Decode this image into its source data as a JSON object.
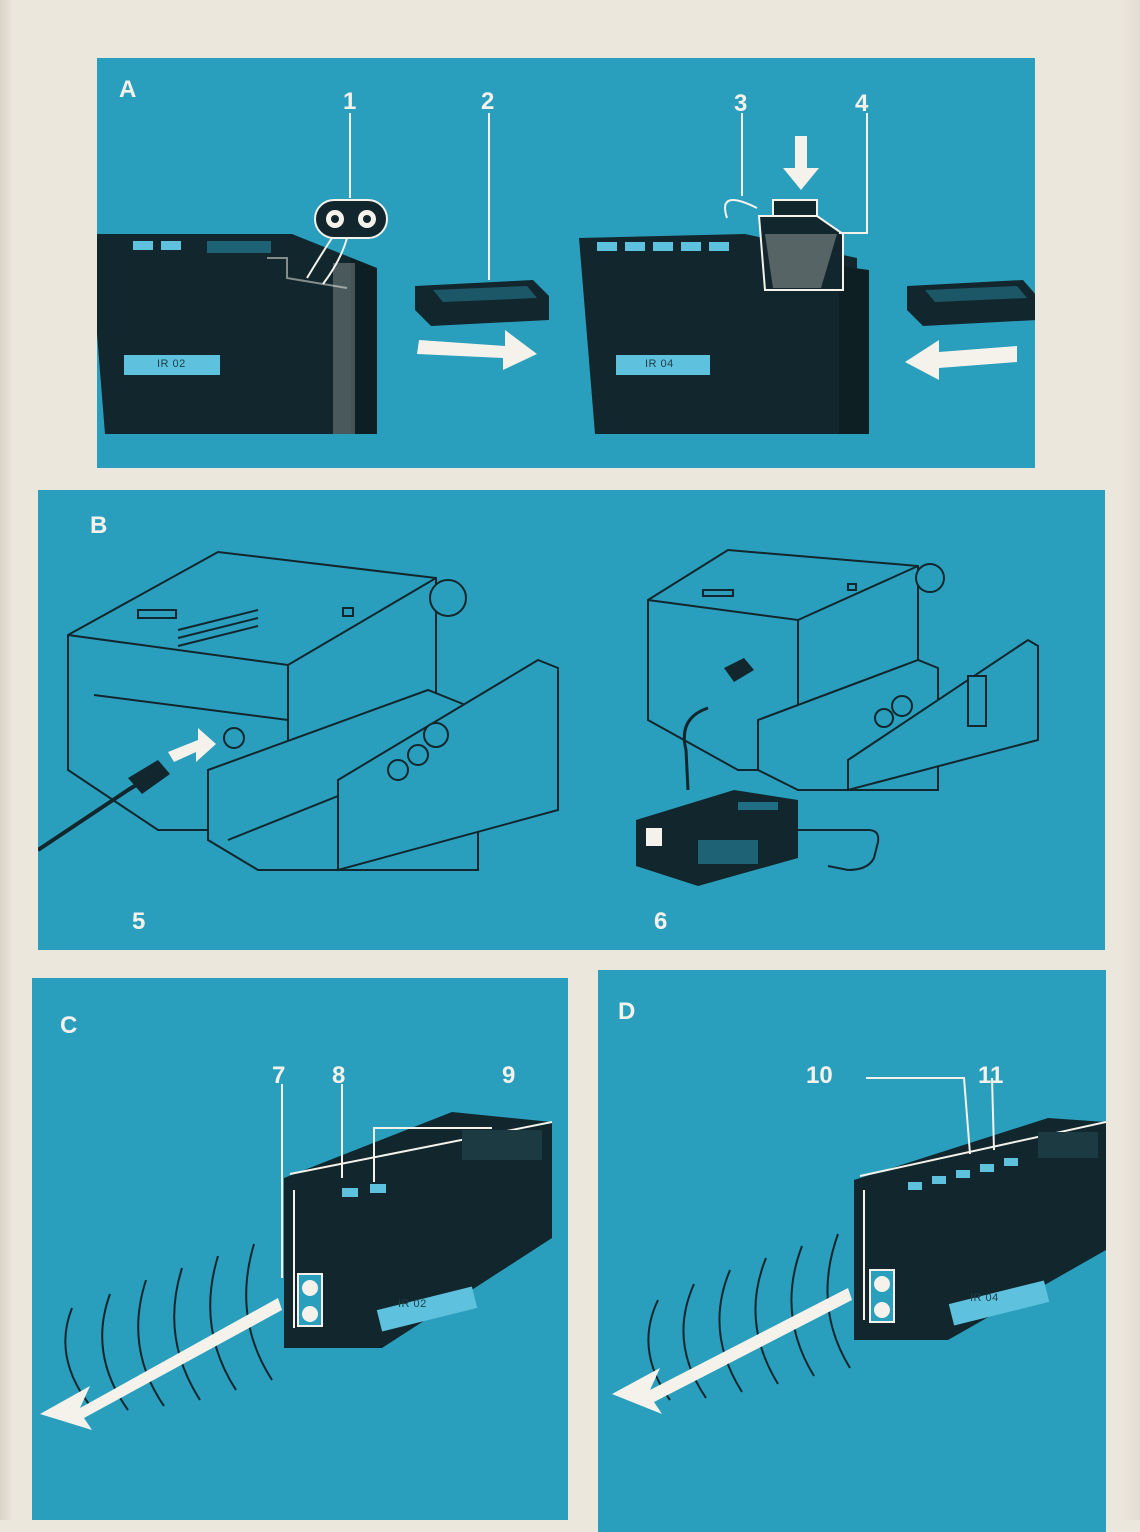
{
  "panels": {
    "a": {
      "letter": "A",
      "callouts": [
        "1",
        "2",
        "3",
        "4"
      ],
      "device_labels": [
        "IR 02",
        "IR 04"
      ]
    },
    "b": {
      "letter": "B",
      "callouts": [
        "5",
        "6"
      ]
    },
    "c": {
      "letter": "C",
      "callouts": [
        "7",
        "8",
        "9"
      ],
      "device_label": "IR 02"
    },
    "d": {
      "letter": "D",
      "callouts": [
        "10",
        "11"
      ],
      "device_label": "IR 04"
    }
  },
  "colors": {
    "panel": "#2a9fbd",
    "ink": "#12272d",
    "light": "#f4f2ea",
    "paper": "#ece7dc"
  }
}
